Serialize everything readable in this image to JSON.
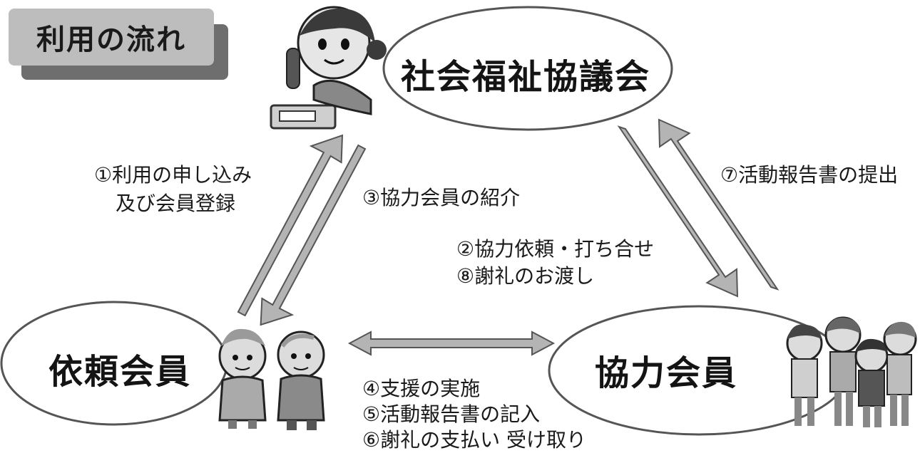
{
  "title": "利用の流れ",
  "nodes": {
    "council": "社会福祉協議会",
    "requester": "依頼会員",
    "cooperator": "協力会員"
  },
  "steps": {
    "s1_line1": "①利用の申し込み",
    "s1_line2": "及び会員登録",
    "s3": "③協力会員の紹介",
    "s2": "②協力依頼・打ち合せ",
    "s8": "⑧謝礼のお渡し",
    "s7": "⑦活動報告書の提出",
    "s4": "④支援の実施",
    "s5": "⑤活動報告書の記入",
    "s6": "⑥謝礼の支払い 受け取り"
  },
  "colors": {
    "arrow_fill": "#b4b4b4",
    "arrow_stroke": "#555555",
    "title_bg": "#bdbdbd",
    "title_shadow": "#6e6e6e"
  },
  "icons": {
    "council": "operator-at-phone-icon",
    "requester": "elderly-couple-icon",
    "cooperator": "volunteers-group-icon"
  }
}
